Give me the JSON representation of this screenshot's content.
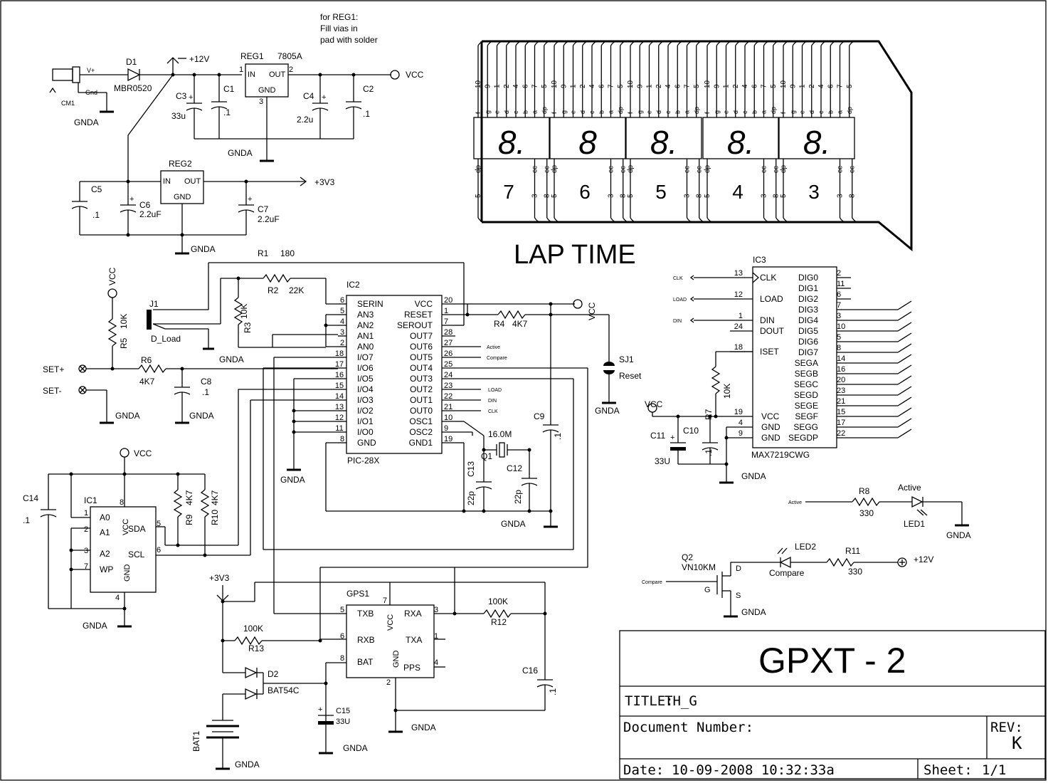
{
  "note": {
    "l1": "for REG1:",
    "l2": "Fill vias in",
    "l3": "pad with solder"
  },
  "power": {
    "v12": "+12V",
    "vcc": "VCC",
    "v33": "+3V3",
    "gnda": "GNDA",
    "vplus": "V+",
    "gnd": "Gnd",
    "cm1": "CM1"
  },
  "d1": {
    "ref": "D1",
    "val": "MBR0520"
  },
  "reg1": {
    "ref": "REG1",
    "val": "7805A",
    "in": "IN",
    "out": "OUT",
    "gnd": "GND",
    "p1": "1",
    "p2": "2",
    "p3": "3"
  },
  "reg2": {
    "ref": "REG2",
    "in": "IN",
    "out": "OUT",
    "gnd": "GND"
  },
  "caps": {
    "c1": "C1",
    "c1v": ".1",
    "c2": "C2",
    "c2v": ".1",
    "c3": "C3",
    "c3v": "33u",
    "c4": "C4",
    "c4v": "2.2u",
    "c5": "C5",
    "c5v": ".1",
    "c6": "C6",
    "c6v": "2.2uF",
    "c7": "C7",
    "c7v": "2.2uF",
    "c8": "C8",
    "c8v": ".1",
    "c9": "C9",
    "c9v": ".1",
    "c10": "C10",
    "c10v": ".1",
    "c11": "C11",
    "c11v": "33U",
    "c12": "C12",
    "c12v": "22p",
    "c13": "C13",
    "c13v": "22p",
    "c14": "C14",
    "c14v": ".1",
    "c15": "C15",
    "c15v": "33U",
    "c16": "C16",
    "c16v": ".1"
  },
  "res": {
    "r1": "R1",
    "r1v": "180",
    "r2": "R2",
    "r2v": "22K",
    "r3": "R3",
    "r3v": "10K",
    "r4": "R4",
    "r4v": "4K7",
    "r5": "R5",
    "r5v": "10K",
    "r6": "R6",
    "r6v": "4K7",
    "r7": "R7",
    "r7v": "10K",
    "r8": "R8",
    "r8v": "330",
    "r9": "R9",
    "r9v": "4K7",
    "r10": "R10",
    "r10v": "4K7",
    "r11": "R11",
    "r11v": "330",
    "r12": "R12",
    "r12v": "100K",
    "r13": "R13",
    "r13v": "100K"
  },
  "j1": {
    "ref": "J1",
    "val": "D_Load"
  },
  "set": {
    "plus": "SET+",
    "minus": "SET-"
  },
  "sj1": {
    "ref": "SJ1",
    "val": "Reset"
  },
  "q1": {
    "ref": "Q1",
    "val": "16.0M"
  },
  "q2": {
    "ref": "Q2",
    "val": "VN10KM",
    "d": "D",
    "g": "G",
    "s": "S",
    "gate": "Compare"
  },
  "led1": {
    "ref": "LED1",
    "val": "Active",
    "net": "Active"
  },
  "led2": {
    "ref": "LED2",
    "val": "Compare"
  },
  "d2": {
    "ref": "D2",
    "val": "BAT54C"
  },
  "bat1": {
    "ref": "BAT1"
  },
  "ic1": {
    "ref": "IC1",
    "a0": "A0",
    "a1": "A1",
    "a2": "A2",
    "wp": "WP",
    "vcc": "VCC",
    "sda": "SDA",
    "scl": "SCL",
    "gnd": "GND",
    "p1": "1",
    "p2": "2",
    "p3": "3",
    "p4": "4",
    "p5": "5",
    "p6": "6",
    "p7": "7",
    "p8": "8"
  },
  "ic2": {
    "ref": "IC2",
    "part": "PIC-28X",
    "left": [
      {
        "pin": "6",
        "name": "SERIN"
      },
      {
        "pin": "5",
        "name": "AN3"
      },
      {
        "pin": "4",
        "name": "AN2"
      },
      {
        "pin": "3",
        "name": "AN1"
      },
      {
        "pin": "2",
        "name": "AN0"
      },
      {
        "pin": "18",
        "name": "I/O7"
      },
      {
        "pin": "17",
        "name": "I/O6"
      },
      {
        "pin": "16",
        "name": "I/O5"
      },
      {
        "pin": "15",
        "name": "I/O4"
      },
      {
        "pin": "14",
        "name": "I/O3"
      },
      {
        "pin": "13",
        "name": "I/O2"
      },
      {
        "pin": "12",
        "name": "I/O1"
      },
      {
        "pin": "11",
        "name": "I/O0"
      },
      {
        "pin": "8",
        "name": "GND"
      }
    ],
    "right": [
      {
        "pin": "20",
        "name": "VCC"
      },
      {
        "pin": "1",
        "name": "RESET"
      },
      {
        "pin": "7",
        "name": "SEROUT"
      },
      {
        "pin": "28",
        "name": "OUT7"
      },
      {
        "pin": "27",
        "name": "OUT6"
      },
      {
        "pin": "26",
        "name": "OUT5"
      },
      {
        "pin": "25",
        "name": "OUT4"
      },
      {
        "pin": "24",
        "name": "OUT3"
      },
      {
        "pin": "23",
        "name": "OUT2"
      },
      {
        "pin": "22",
        "name": "OUT1"
      },
      {
        "pin": "21",
        "name": "OUT0"
      },
      {
        "pin": "10",
        "name": "OSC1"
      },
      {
        "pin": "9",
        "name": "OSC2"
      },
      {
        "pin": "19",
        "name": "GND1"
      }
    ],
    "nets": {
      "active": "Active",
      "compare": "Compare",
      "load": "LOAD",
      "din": "DIN",
      "clk": "CLK"
    }
  },
  "ic3": {
    "ref": "IC3",
    "part": "MAX7219CWG",
    "left": [
      {
        "pin": "13",
        "name": "CLK",
        "net": "CLK"
      },
      {
        "pin": "12",
        "name": "LOAD",
        "net": "LOAD"
      },
      {
        "pin": "1",
        "name": "DIN",
        "net": "DIN"
      },
      {
        "pin": "24",
        "name": "DOUT",
        "net": ""
      },
      {
        "pin": "18",
        "name": "ISET",
        "net": ""
      },
      {
        "pin": "19",
        "name": "VCC",
        "net": ""
      },
      {
        "pin": "4",
        "name": "GND",
        "net": ""
      },
      {
        "pin": "9",
        "name": "GND",
        "net": ""
      }
    ],
    "right": [
      {
        "pin": "2",
        "name": "DIG0"
      },
      {
        "pin": "11",
        "name": "DIG1"
      },
      {
        "pin": "6",
        "name": "DIG2"
      },
      {
        "pin": "7",
        "name": "DIG3"
      },
      {
        "pin": "3",
        "name": "DIG4"
      },
      {
        "pin": "10",
        "name": "DIG5"
      },
      {
        "pin": "5",
        "name": "DIG6"
      },
      {
        "pin": "8",
        "name": "DIG7"
      },
      {
        "pin": "14",
        "name": "SEGA"
      },
      {
        "pin": "16",
        "name": "SEGB"
      },
      {
        "pin": "20",
        "name": "SEGC"
      },
      {
        "pin": "23",
        "name": "SEGD"
      },
      {
        "pin": "21",
        "name": "SEGE"
      },
      {
        "pin": "15",
        "name": "SEGF"
      },
      {
        "pin": "17",
        "name": "SEGG"
      },
      {
        "pin": "22",
        "name": "SEGDP"
      }
    ]
  },
  "gps1": {
    "ref": "GPS1",
    "txb": "TXB",
    "rxb": "RXB",
    "bat": "BAT",
    "vcc": "VCC",
    "gnd": "GND",
    "rxa": "RXA",
    "txa": "TXA",
    "pps": "PPS",
    "p5": "5",
    "p6": "6",
    "p8": "8",
    "p7": "7",
    "p2": "2",
    "p3": "3",
    "p1": "1",
    "p4": "4"
  },
  "display": {
    "title": "LAP TIME",
    "digits": [
      {
        "glyph": "8.",
        "id": "7"
      },
      {
        "glyph": "8",
        "id": "6"
      },
      {
        "glyph": "8.",
        "id": "5"
      },
      {
        "glyph": "8.",
        "id": "4"
      },
      {
        "glyph": "8.",
        "id": "3"
      }
    ],
    "toppins": [
      "10",
      "9",
      "1",
      "2",
      "4",
      "6",
      "7",
      "5"
    ],
    "topsegs": [
      "f",
      "g",
      "e",
      "d",
      "c",
      "b",
      "a",
      "dp"
    ],
    "bot": {
      "dp": "dp",
      "cc": "cc",
      "p5": "5",
      "p3": "3",
      "p8": "8"
    }
  },
  "titleblock": {
    "main": "GPXT - 2",
    "title_label": "TITLE:",
    "title_value": "TH_G",
    "docnum_label": "Document Number:",
    "rev_label": "REV:",
    "rev_value": "K",
    "date_label": "Date:",
    "date_value": "10-09-2008 10:32:33a",
    "sheet_label": "Sheet:",
    "sheet_value": "1/1"
  }
}
